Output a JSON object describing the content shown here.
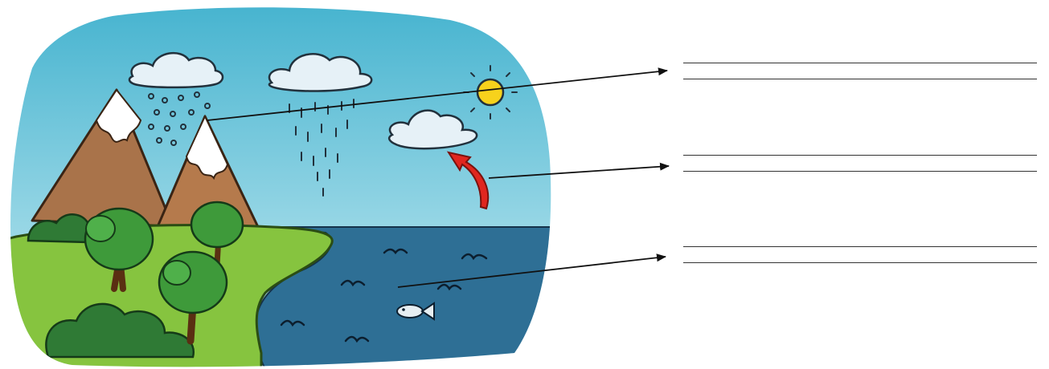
{
  "diagram": {
    "type": "water-cycle-worksheet",
    "labels_printed": [],
    "pointers": [
      {
        "target": "snow-capped-mountain",
        "answer_lines": 2
      },
      {
        "target": "evaporation-arrow",
        "answer_lines": 2
      },
      {
        "target": "sea-water",
        "answer_lines": 2
      }
    ]
  },
  "colors": {
    "sky": "#49b8d2",
    "sea": "#2e6f95",
    "grass": "#86c43f",
    "mountain": "#a9734a",
    "snow": "#ffffff",
    "sun": "#f7d21c",
    "evaporation_arrow": "#e0261f",
    "tree_foliage": "#3e9a3a",
    "tree_trunk": "#8a4b22"
  }
}
